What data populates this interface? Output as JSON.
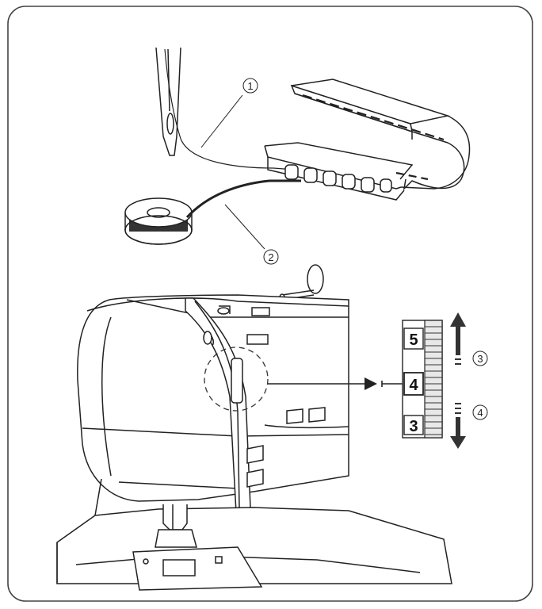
{
  "callouts": {
    "c1": "1",
    "c2": "2",
    "c3": "3",
    "c4": "4"
  },
  "dial": {
    "upper": "5",
    "current": "4",
    "lower": "3"
  },
  "colors": {
    "line": "#222222",
    "frame": "#444444",
    "background": "#ffffff",
    "bobbin_thread": "#333333"
  }
}
